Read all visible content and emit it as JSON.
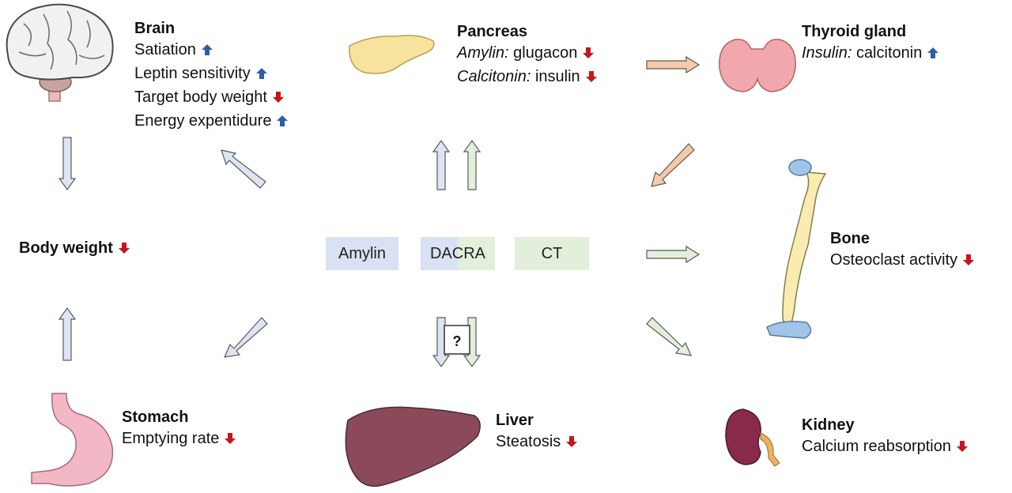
{
  "brain": {
    "title": "Brain",
    "items": [
      {
        "text": "Satiation",
        "dir": "up"
      },
      {
        "text": "Leptin sensitivity",
        "dir": "up"
      },
      {
        "text": "Target body weight",
        "dir": "down"
      },
      {
        "text": "Energy expentidure",
        "dir": "up"
      }
    ]
  },
  "pancreas": {
    "title": "Pancreas",
    "items": [
      {
        "italic": "Amylin:",
        "text": "glugacon",
        "dir": "down"
      },
      {
        "italic": "Calcitonin:",
        "text": "insulin",
        "dir": "down"
      }
    ]
  },
  "thyroid": {
    "title": "Thyroid gland",
    "items": [
      {
        "italic": "Insulin:",
        "text": "calcitonin",
        "dir": "up"
      }
    ]
  },
  "body_weight": {
    "title": "Body weight",
    "dir": "down"
  },
  "center": {
    "amylin": "Amylin",
    "dacra": "DACRA",
    "ct": "CT",
    "question": "?"
  },
  "bone": {
    "title": "Bone",
    "items": [
      {
        "text": "Osteoclast activity",
        "dir": "down"
      }
    ]
  },
  "stomach": {
    "title": "Stomach",
    "items": [
      {
        "text": "Emptying rate",
        "dir": "down"
      }
    ]
  },
  "liver": {
    "title": "Liver",
    "items": [
      {
        "text": "Steatosis",
        "dir": "down"
      }
    ]
  },
  "kidney": {
    "title": "Kidney",
    "items": [
      {
        "text": "Calcium reabsorption",
        "dir": "down"
      }
    ]
  },
  "colors": {
    "up_arrow": "#2f5ea6",
    "down_arrow": "#c8151b",
    "amylin_fill": "#d9e2f2",
    "ct_fill": "#e2efda",
    "orange_arrow": "#f6c9a8"
  }
}
